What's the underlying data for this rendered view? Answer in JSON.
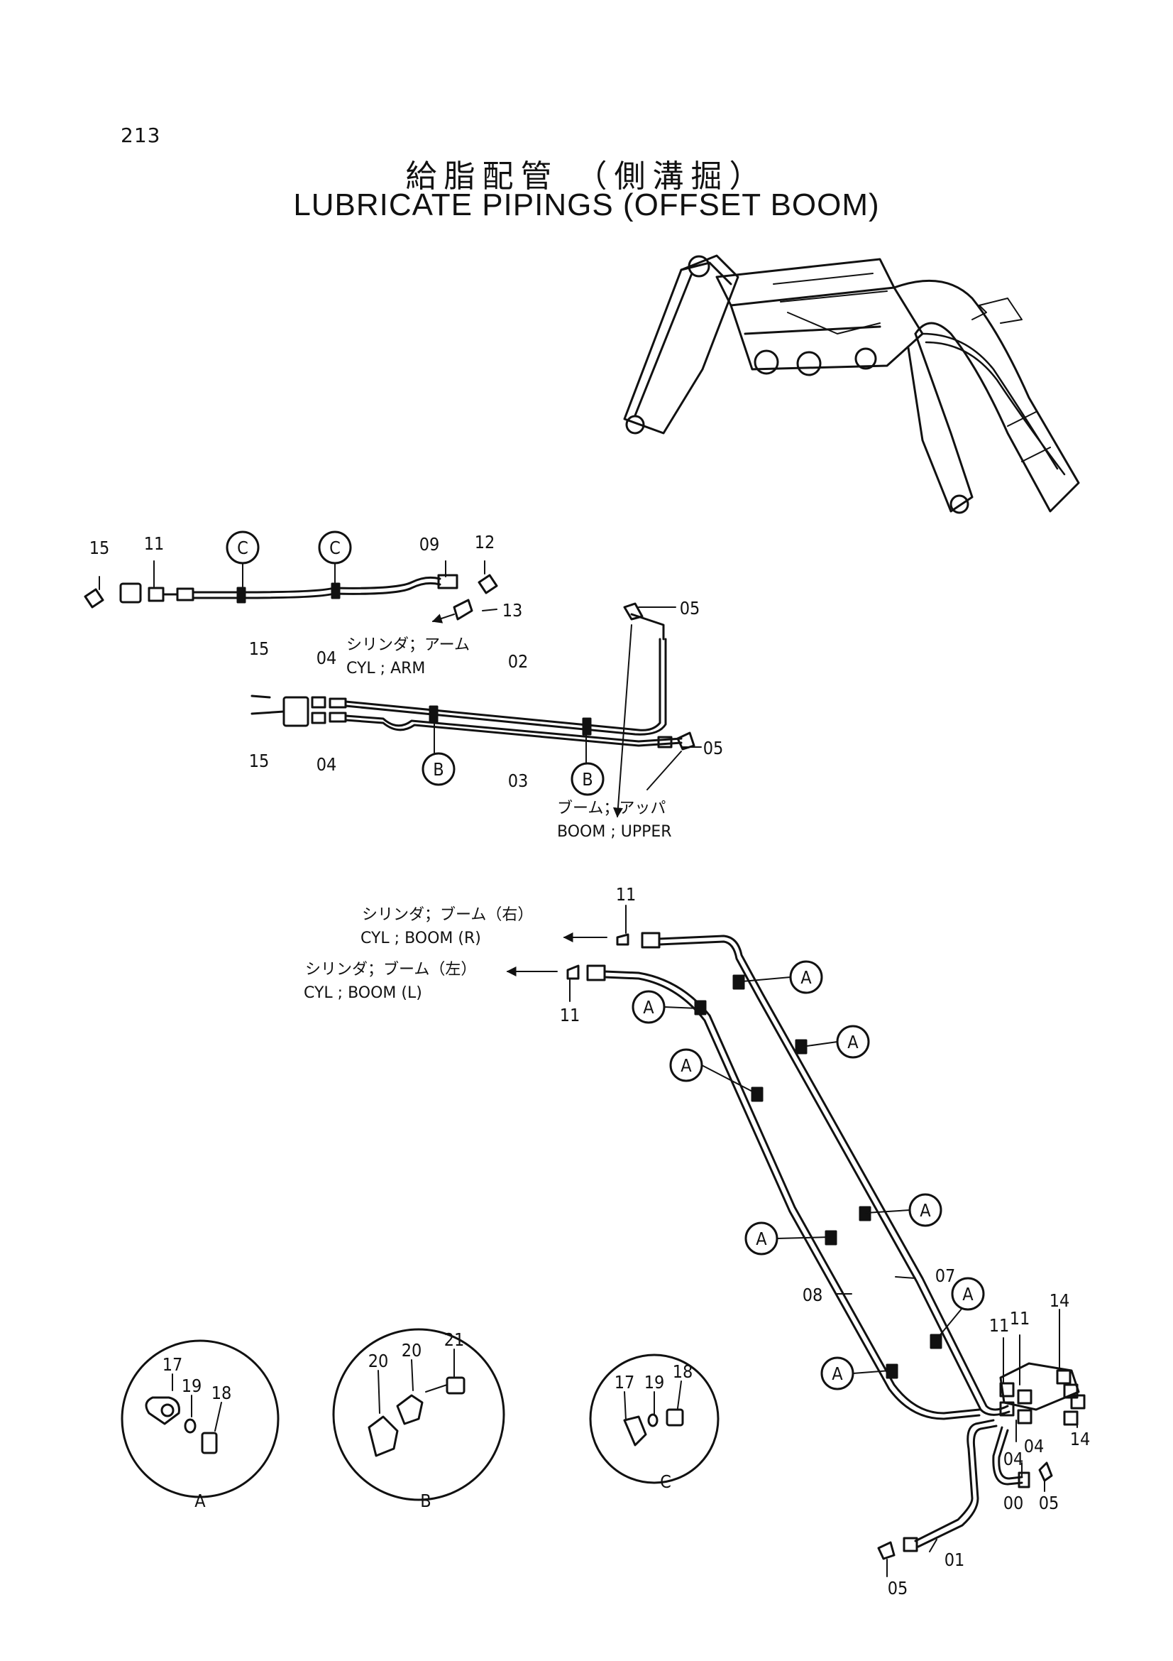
{
  "page_number": "213",
  "title_jp": "給脂配管 （側溝掘）",
  "title_en": "LUBRICATE PIPINGS (OFFSET BOOM)",
  "callouts": {
    "c1": "C",
    "c2": "C",
    "b1": "B",
    "b2": "B",
    "a1": "A",
    "a2": "A",
    "a3": "A",
    "a4": "A",
    "a5": "A",
    "a6": "A",
    "a7": "A",
    "a8": "A"
  },
  "parts_top": {
    "p15": "15",
    "p11": "11",
    "p09": "09",
    "p12": "12",
    "p13": "13"
  },
  "parts_mid": {
    "p15a": "15",
    "p15b": "15",
    "p04a": "04",
    "p04b": "04",
    "p02": "02",
    "p03": "03",
    "p05a": "05",
    "p05b": "05"
  },
  "parts_bottom": {
    "p11a": "11",
    "p11b": "11",
    "p11c": "11",
    "p11d": "11",
    "p14a": "14",
    "p14b": "14",
    "p07": "07",
    "p08": "08",
    "p04a": "04",
    "p04b": "04",
    "p00": "00",
    "p05a": "05",
    "p05b": "05",
    "p01": "01"
  },
  "labels": {
    "cyl_arm_jp": "シリンダ；アーム",
    "cyl_arm_en": "CYL ; ARM",
    "boom_upper_jp": "ブーム；アッパ",
    "boom_upper_en": "BOOM ; UPPER",
    "cyl_boom_r_jp": "シリンダ；ブーム（右）",
    "cyl_boom_r_en": "CYL ; BOOM (R)",
    "cyl_boom_l_jp": "シリンダ；ブーム（左）",
    "cyl_boom_l_en": "CYL ; BOOM (L)"
  },
  "details": {
    "a": {
      "label": "A",
      "p17": "17",
      "p19": "19",
      "p18": "18"
    },
    "b": {
      "label": "B",
      "p20a": "20",
      "p20b": "20",
      "p21": "21"
    },
    "c": {
      "label": "C",
      "p17": "17",
      "p19": "19",
      "p18": "18"
    }
  }
}
